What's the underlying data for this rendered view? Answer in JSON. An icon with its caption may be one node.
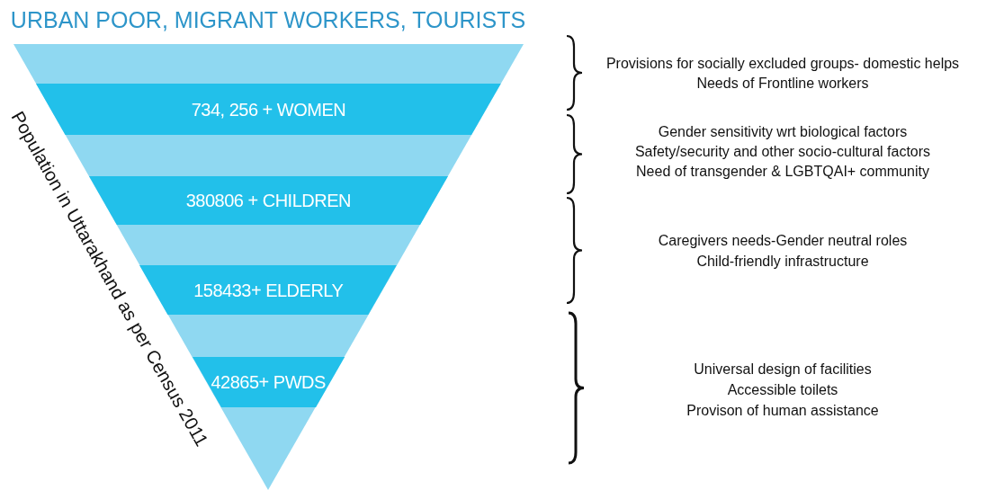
{
  "diagram": {
    "title": "URBAN POOR, MIGRANT WORKERS, TOURISTS",
    "nodes": [
      {
        "text": [
          "734, 256 + WOMEN"
        ]
      },
      {
        "text": [
          "380806 + CHILDREN"
        ]
      },
      {
        "text": [
          "158433+ ELDERLY"
        ]
      },
      {
        "text": [
          "42865+ PWDS"
        ]
      }
    ],
    "labels": [
      "Population in Uttarakhand as per Census 2011",
      "Provisions for socially excluded groups- domestic helps",
      "Needs of Frontline workers",
      "Gender sensitivity wrt biological factors",
      "Safety/security and other socio-cultural factors",
      "Need of transgender & LGBTQAI+ community",
      "Caregivers needs-Gender neutral roles",
      "Child-friendly infrastructure",
      "Universal design of facilities",
      "Accessible toilets",
      "Provison of human assistance"
    ]
  }
}
